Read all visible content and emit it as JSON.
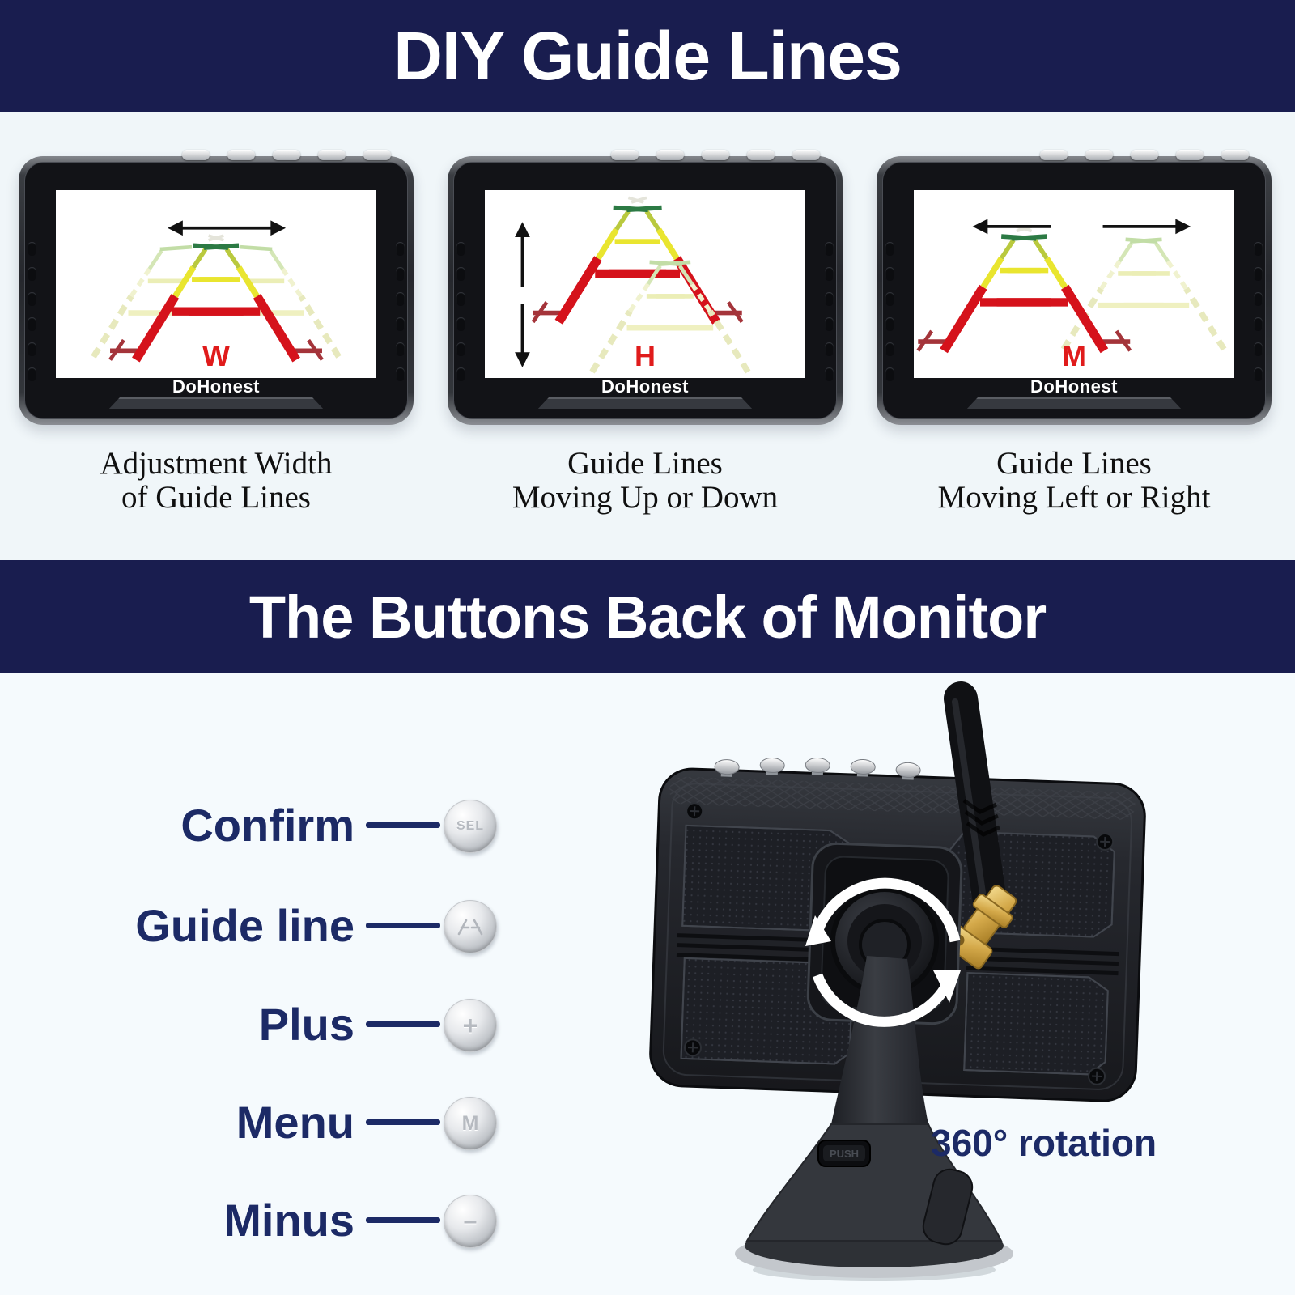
{
  "colors": {
    "band_navy": "#191d4f",
    "label_navy": "#1c2a66",
    "letter_red": "#e01b1b",
    "guide_red": "#d5121b",
    "guide_yellow": "#e9e52f",
    "guide_green": "#2c7a44",
    "button_silver": "#c9ccd1",
    "background_light": "#f0f6f9"
  },
  "section_guide_lines": {
    "title": "DIY Guide Lines"
  },
  "monitors": [
    {
      "brand": "DoHonest",
      "screen_letter": "W",
      "caption_line1": "Adjustment Width",
      "caption_line2": "of Guide Lines",
      "arrow": "horizontal-double"
    },
    {
      "brand": "DoHonest",
      "screen_letter": "H",
      "caption_line1": "Guide Lines",
      "caption_line2": "Moving Up or Down",
      "arrow": "vertical-double"
    },
    {
      "brand": "DoHonest",
      "screen_letter": "M",
      "caption_line1": "Guide Lines",
      "caption_line2": "Moving Left or Right",
      "arrow": "left-and-right"
    }
  ],
  "section_buttons": {
    "title": "The Buttons Back of Monitor"
  },
  "button_rows": [
    {
      "label": "Confirm",
      "glyph": "SEL"
    },
    {
      "label": "Guide line",
      "glyph": ""
    },
    {
      "label": "Plus",
      "glyph": "+"
    },
    {
      "label": "Menu",
      "glyph": "M"
    },
    {
      "label": "Minus",
      "glyph": "–"
    }
  ],
  "back_view": {
    "rotation_label": "360° rotation",
    "push_label": "PUSH"
  }
}
